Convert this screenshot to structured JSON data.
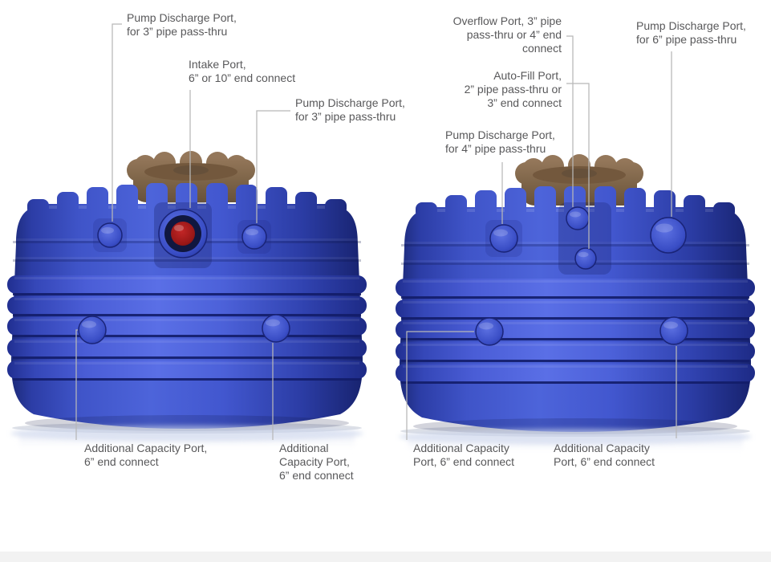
{
  "page": {
    "background": "#ffffff"
  },
  "colors": {
    "tank_blue": "#4b62dc",
    "tank_blue_dark": "#1b2980",
    "lid_brown": "#7d6448",
    "intake_red": "#a81e1e",
    "callout_line": "#b8b8b8",
    "label_text": "#58585a"
  },
  "objects": {
    "tank_left": "blue-ribbed-storage-tank-with-brown-lid",
    "tank_right": "blue-ribbed-storage-tank-with-brown-lid"
  },
  "labels": {
    "l1": {
      "lines": [
        "Pump Discharge Port,",
        "for 3” pipe pass-thru"
      ]
    },
    "l2": {
      "lines": [
        "Intake Port,",
        "6” or 10” end connect"
      ]
    },
    "l3": {
      "lines": [
        "Pump Discharge Port,",
        "for 3” pipe pass-thru"
      ]
    },
    "l4": {
      "lines": [
        "Additional Capacity Port,",
        "6” end connect"
      ]
    },
    "l5": {
      "lines": [
        "Additional",
        "Capacity Port,",
        "6” end connect"
      ]
    },
    "r1": {
      "lines": [
        "Overflow Port, 3” pipe",
        "pass-thru or 4” end",
        "connect"
      ]
    },
    "r2": {
      "lines": [
        "Auto-Fill Port,",
        "2” pipe pass-thru or",
        "3” end connect"
      ]
    },
    "r3": {
      "lines": [
        "Pump Discharge Port,",
        "for 4” pipe pass-thru"
      ]
    },
    "r4": {
      "lines": [
        "Pump Discharge Port,",
        "for 6” pipe pass-thru"
      ]
    },
    "r5": {
      "lines": [
        "Additional Capacity",
        "Port, 6” end connect"
      ]
    },
    "r6": {
      "lines": [
        "Additional Capacity",
        "Port, 6” end connect"
      ]
    }
  }
}
